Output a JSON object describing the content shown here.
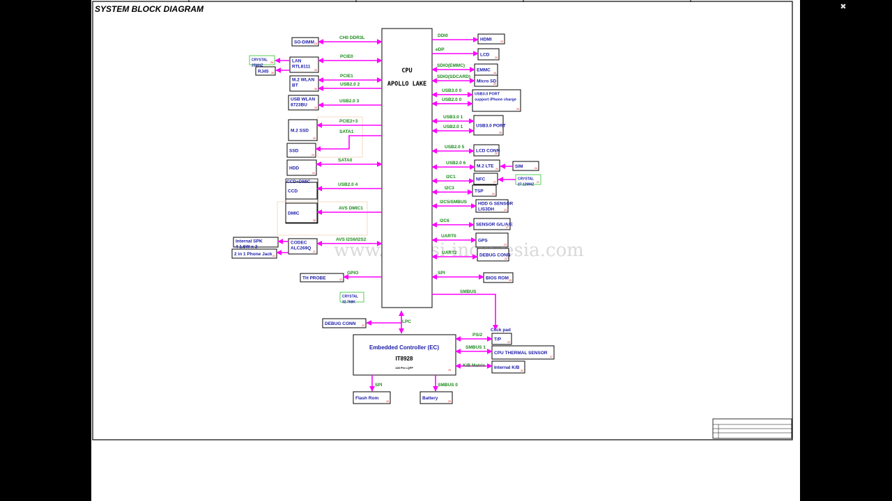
{
  "title": "SYSTEM BLOCK DIAGRAM",
  "watermark": "www.teknisi-indonesia.com",
  "viewer": {
    "close_icon": "close-icon"
  },
  "cpu": {
    "line1": "CPU",
    "line2": "APOLLO LAKE"
  },
  "ec": {
    "line1": "Embedded Controller (EC)",
    "line2": "IT8928",
    "line3": "128 Pin LQFP",
    "page": "19"
  },
  "left_blocks": [
    {
      "id": "sodimm",
      "lines": [
        "SO-DIMM"
      ],
      "page": "15"
    },
    {
      "id": "lan",
      "lines": [
        "LAN",
        "RTL8111"
      ],
      "page": "26"
    },
    {
      "id": "wlan",
      "lines": [
        "M.2 WLAN",
        "BT"
      ],
      "page": "30"
    },
    {
      "id": "usbwlan",
      "lines": [
        "USB WLAN",
        "8723BU"
      ],
      "page": "24"
    },
    {
      "id": "ssd-m2",
      "lines": [
        "M.2 SSD"
      ],
      "page": "29"
    },
    {
      "id": "ssd",
      "lines": [
        "SSD"
      ],
      "page": "24"
    },
    {
      "id": "hdd",
      "lines": [
        "HDD"
      ],
      "page": "24"
    },
    {
      "id": "ccd",
      "lines": [
        "CCD"
      ],
      "page": ""
    },
    {
      "id": "dmic",
      "lines": [
        "DMIC"
      ],
      "page": "28"
    },
    {
      "id": "codec",
      "lines": [
        "CODEC",
        "ALC269Q"
      ],
      "page": "21"
    },
    {
      "id": "thprobe",
      "lines": [
        "TH PROBE"
      ],
      "page": "22"
    }
  ],
  "ccd_group_label": "CCD+DMIC",
  "left_extras": [
    {
      "id": "crystal-lan",
      "lines": [
        "CRYSTAL",
        "25MHZ"
      ],
      "page": "26"
    },
    {
      "id": "rj45",
      "lines": [
        "RJ45"
      ],
      "page": "26"
    },
    {
      "id": "spk",
      "lines": [
        "Internal SPK",
        "4    1.5W x 2"
      ],
      "page": ""
    },
    {
      "id": "jack",
      "lines": [
        "2 in 1 Phone Jack"
      ],
      "page": "21"
    },
    {
      "id": "crystal-rtc",
      "lines": [
        "CRYSTAL",
        "32.768K"
      ],
      "page": ""
    },
    {
      "id": "debug-ec",
      "lines": [
        "DEBUG CONN"
      ],
      "page": "22"
    }
  ],
  "right_blocks": [
    {
      "id": "hdmi",
      "lines": [
        "HDMI"
      ],
      "page": "23"
    },
    {
      "id": "lcd",
      "lines": [
        "LCD"
      ],
      "page": "20"
    },
    {
      "id": "emmc",
      "lines": [
        "EMMC"
      ],
      "page": "16"
    },
    {
      "id": "microsd",
      "lines": [
        "Micro SD"
      ],
      "page": "29"
    },
    {
      "id": "usb3-charge",
      "lines": [
        "USB3.0 PORT",
        "support iPhone charge"
      ],
      "page": "25"
    },
    {
      "id": "usb3",
      "lines": [
        "USB3.0 PORT"
      ],
      "page": "25"
    },
    {
      "id": "lcdconn",
      "lines": [
        "LCD CONN"
      ],
      "page": "20"
    },
    {
      "id": "lte",
      "lines": [
        "M.2 LTE"
      ],
      "page": "24"
    },
    {
      "id": "nfc",
      "lines": [
        "NFC"
      ],
      "page": "27"
    },
    {
      "id": "tsp",
      "lines": [
        "TSP"
      ],
      "page": "20"
    },
    {
      "id": "gsensor",
      "lines": [
        "HDD G SENSOR",
        "LIS3DH"
      ],
      "page": "24"
    },
    {
      "id": "sensor",
      "lines": [
        "SENSOR G/L/A/E"
      ],
      "page": "27"
    },
    {
      "id": "gps",
      "lines": [
        "GPS"
      ],
      "page": "23"
    },
    {
      "id": "debug",
      "lines": [
        "DEBUG CONN"
      ],
      "page": "22"
    },
    {
      "id": "biosrom",
      "lines": [
        "BIOS ROM"
      ],
      "page": "15"
    }
  ],
  "right_extras": [
    {
      "id": "sim",
      "lines": [
        "SIM"
      ],
      "page": "24"
    },
    {
      "id": "crystal-nfc",
      "lines": [
        "CRYSTAL",
        "27.12MHZ"
      ],
      "page": "27"
    }
  ],
  "ec_blocks": [
    {
      "id": "tp",
      "lines": [
        "T/P"
      ],
      "page": "22"
    },
    {
      "id": "thermal",
      "lines": [
        "CPU THERMAL SENSOR"
      ],
      "page": "37"
    },
    {
      "id": "kb",
      "lines": [
        "Internal K/B"
      ],
      "page": "22"
    },
    {
      "id": "flashrom",
      "lines": [
        "Flash Rom"
      ],
      "page": "15"
    },
    {
      "id": "battery",
      "lines": [
        "Battery"
      ],
      "page": "33"
    }
  ],
  "clickpad_label": "Click pad",
  "signals": {
    "left": [
      "CH0 DDR3L",
      "PCIE0",
      "PCIE1",
      "USB2.0 2",
      "USB2.0 3",
      "PCIE2+3",
      "SATA1",
      "SATA0",
      "USB2.0 4",
      "AVS DMIC1",
      "AVS I2S6/I2S2",
      "GPIO"
    ],
    "right": [
      "DDI0",
      "eDP",
      "SDIO(EMMC)",
      "SDIO(SDCARD)",
      "USB3.0 0",
      "USB2.0 0",
      "USB3.0 1",
      "USB2.0 1",
      "USB2.0 5",
      "USB2.0 6",
      "I2C1",
      "I2C3",
      "I2C5/SMBUS",
      "I2C6",
      "UART0",
      "UART2",
      "SPI",
      "SMBUS"
    ],
    "ec": [
      "LPC",
      "PS/2",
      "SMBUS 1",
      "K/B Matrix",
      "SPI",
      "SMBUS 0"
    ]
  },
  "colors": {
    "wire": "#ff00ff",
    "label": "#1a1aa8",
    "signal": "#1a8a1a",
    "page_ref": "#dd0000"
  }
}
